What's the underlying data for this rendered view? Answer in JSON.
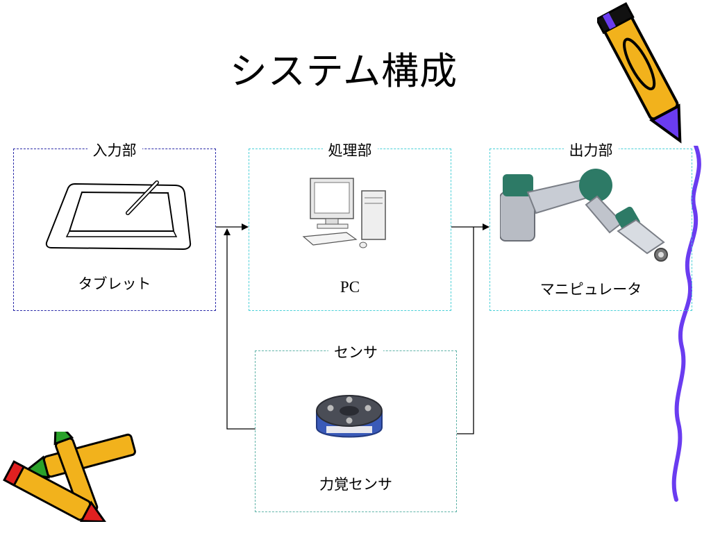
{
  "title": "システム構成",
  "blocks": {
    "input": {
      "label": "入力部",
      "device": "タブレット"
    },
    "processing": {
      "label": "処理部",
      "device": "PC"
    },
    "output": {
      "label": "出力部",
      "device": "マニピュレータ"
    },
    "sensor": {
      "label": "センサ",
      "device": "力覚センサ"
    }
  },
  "colors": {
    "input_border": "#2a2aa8",
    "processing_border": "#4ad0d8",
    "output_border": "#4ad0d8",
    "sensor_border": "#5fb3a8",
    "squiggle": "#6a3cf0",
    "pencil_yellow": "#f2b21c",
    "pencil_red": "#e02020",
    "pencil_green": "#2aa12a"
  }
}
